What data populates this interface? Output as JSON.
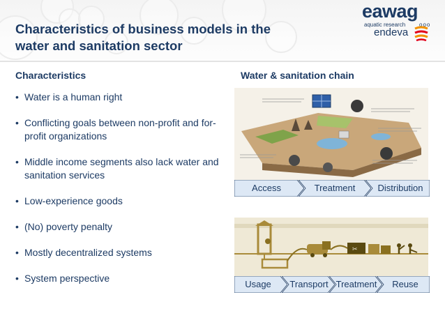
{
  "title_line1": "Characteristics of business models in the",
  "title_line2": "water and sanitation sector",
  "logos": {
    "eawag": "eawag",
    "eawag_sub": "aquatic research",
    "eawag_dots": "ooo",
    "endeva": "endeva"
  },
  "left": {
    "heading": "Characteristics",
    "bullets": [
      "Water is a human right",
      "Conflicting goals between non-profit and for-profit organizations",
      "Middle income segments also lack water and sanitation services",
      "Low-experience goods",
      "(No) poverty penalty",
      "Mostly decentralized systems",
      "System perspective"
    ]
  },
  "right": {
    "heading": "Water & sanitation chain",
    "chain_top": [
      "Access",
      "Treatment",
      "Distribution"
    ],
    "chain_bottom": [
      "Usage",
      "Transport",
      "Treatment",
      "Reuse"
    ]
  },
  "colors": {
    "title": "#1d3b64",
    "chevron_fill": "#dde8f5",
    "chevron_stroke": "#1d3b64"
  }
}
